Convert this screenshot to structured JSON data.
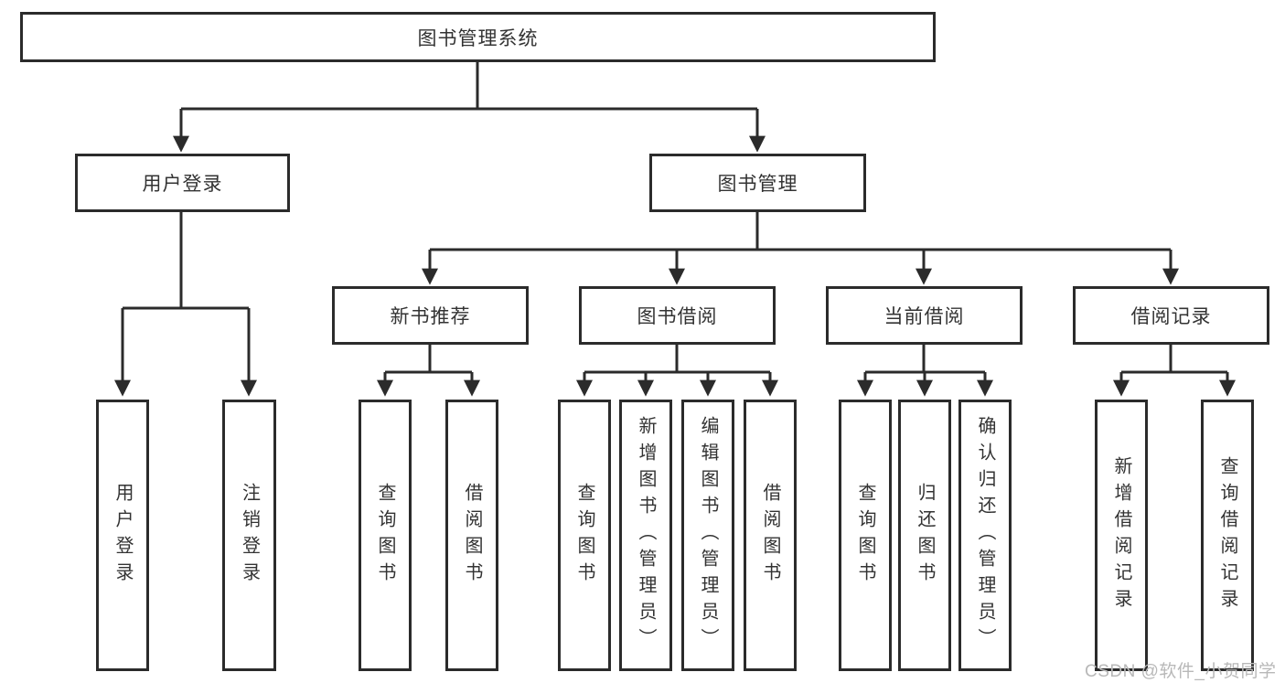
{
  "diagram_type": "function-structure-tree",
  "nodes": {
    "root": {
      "label": "图书管理系统",
      "children": [
        "login_group",
        "book_mgmt"
      ]
    },
    "login_group": {
      "label": "用户登录",
      "children": [
        "login",
        "logout"
      ]
    },
    "book_mgmt": {
      "label": "图书管理",
      "children": [
        "new_books",
        "borrowing",
        "current",
        "records"
      ]
    },
    "login": {
      "label": "用户登录"
    },
    "logout": {
      "label": "注销登录"
    },
    "new_books": {
      "label": "新书推荐",
      "children": [
        "nb_query",
        "nb_borrow"
      ]
    },
    "borrowing": {
      "label": "图书借阅",
      "children": [
        "bw_query",
        "bw_add",
        "bw_edit",
        "bw_borrow"
      ]
    },
    "current": {
      "label": "当前借阅",
      "children": [
        "cu_query",
        "cu_return",
        "cu_confirm"
      ]
    },
    "records": {
      "label": "借阅记录",
      "children": [
        "re_add",
        "re_query"
      ]
    },
    "nb_query": {
      "label": "查询图书"
    },
    "nb_borrow": {
      "label": "借阅图书"
    },
    "bw_query": {
      "label": "查询图书"
    },
    "bw_add": {
      "label": "新增图书（管理员）"
    },
    "bw_edit": {
      "label": "编辑图书（管理员）"
    },
    "bw_borrow": {
      "label": "借阅图书"
    },
    "cu_query": {
      "label": "查询图书"
    },
    "cu_return": {
      "label": "归还图书"
    },
    "cu_confirm": {
      "label": "确认归还（管理员）"
    },
    "re_add": {
      "label": "新增借阅记录"
    },
    "re_query": {
      "label": "查询借阅记录"
    }
  },
  "watermark": {
    "text": "CSDN @软件_小贺同学",
    "color": "#b8b8b8"
  },
  "colors": {
    "line": "#2b2b2b",
    "box_border": "#2b2b2b",
    "text": "#333333",
    "background": "#ffffff"
  }
}
